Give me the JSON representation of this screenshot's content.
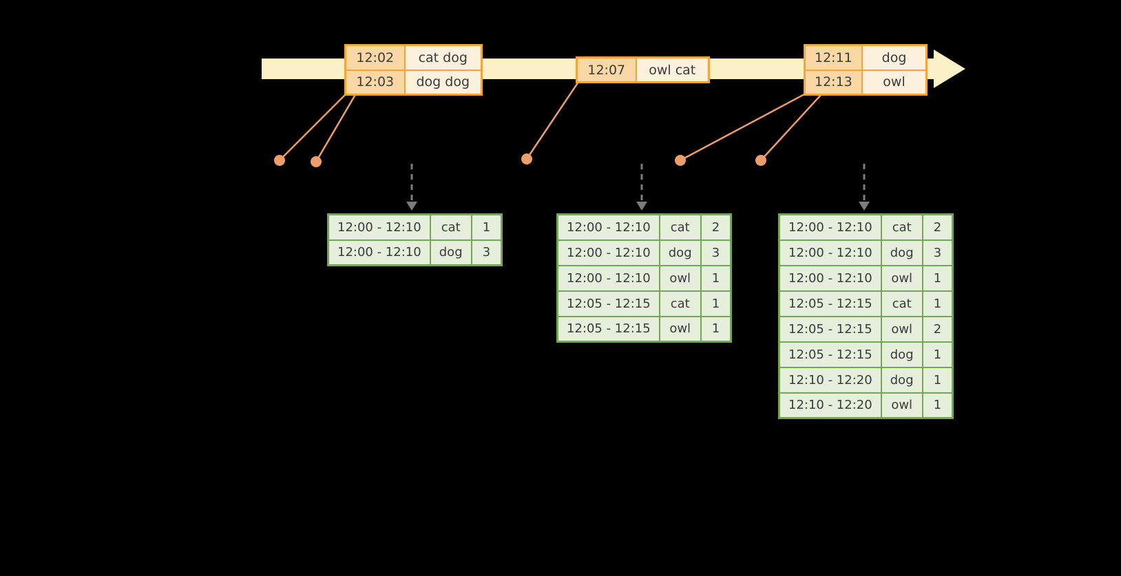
{
  "colors": {
    "background": "#000000",
    "timeline_fill": "#FBF0C6",
    "event_table_border": "#F0A63C",
    "event_time_fill": "#FAD8A6",
    "event_words_fill": "#FCF1DC",
    "connector": "#ED9E6B",
    "trigger_arrow": "#7D7D7D",
    "result_table_border": "#74A755",
    "result_cell_fill": "#E6EFDC",
    "text": "#3A3A3A"
  },
  "event_tables": [
    {
      "rows": [
        {
          "time": "12:02",
          "words": "cat dog"
        },
        {
          "time": "12:03",
          "words": "dog dog"
        }
      ]
    },
    {
      "rows": [
        {
          "time": "12:07",
          "words": "owl cat"
        }
      ]
    },
    {
      "rows": [
        {
          "time": "12:11",
          "words": "dog"
        },
        {
          "time": "12:13",
          "words": "owl"
        }
      ]
    }
  ],
  "result_tables": [
    {
      "rows": [
        {
          "window": "12:00 - 12:10",
          "word": "cat",
          "count": "1"
        },
        {
          "window": "12:00 - 12:10",
          "word": "dog",
          "count": "3"
        }
      ]
    },
    {
      "rows": [
        {
          "window": "12:00 - 12:10",
          "word": "cat",
          "count": "2"
        },
        {
          "window": "12:00 - 12:10",
          "word": "dog",
          "count": "3"
        },
        {
          "window": "12:00 - 12:10",
          "word": "owl",
          "count": "1"
        },
        {
          "window": "12:05 - 12:15",
          "word": "cat",
          "count": "1"
        },
        {
          "window": "12:05 - 12:15",
          "word": "owl",
          "count": "1"
        }
      ]
    },
    {
      "rows": [
        {
          "window": "12:00 - 12:10",
          "word": "cat",
          "count": "2"
        },
        {
          "window": "12:00 - 12:10",
          "word": "dog",
          "count": "3"
        },
        {
          "window": "12:00 - 12:10",
          "word": "owl",
          "count": "1"
        },
        {
          "window": "12:05 - 12:15",
          "word": "cat",
          "count": "1"
        },
        {
          "window": "12:05 - 12:15",
          "word": "owl",
          "count": "2"
        },
        {
          "window": "12:05 - 12:15",
          "word": "dog",
          "count": "1"
        },
        {
          "window": "12:10 - 12:20",
          "word": "dog",
          "count": "1"
        },
        {
          "window": "12:10 - 12:20",
          "word": "owl",
          "count": "1"
        }
      ]
    }
  ]
}
